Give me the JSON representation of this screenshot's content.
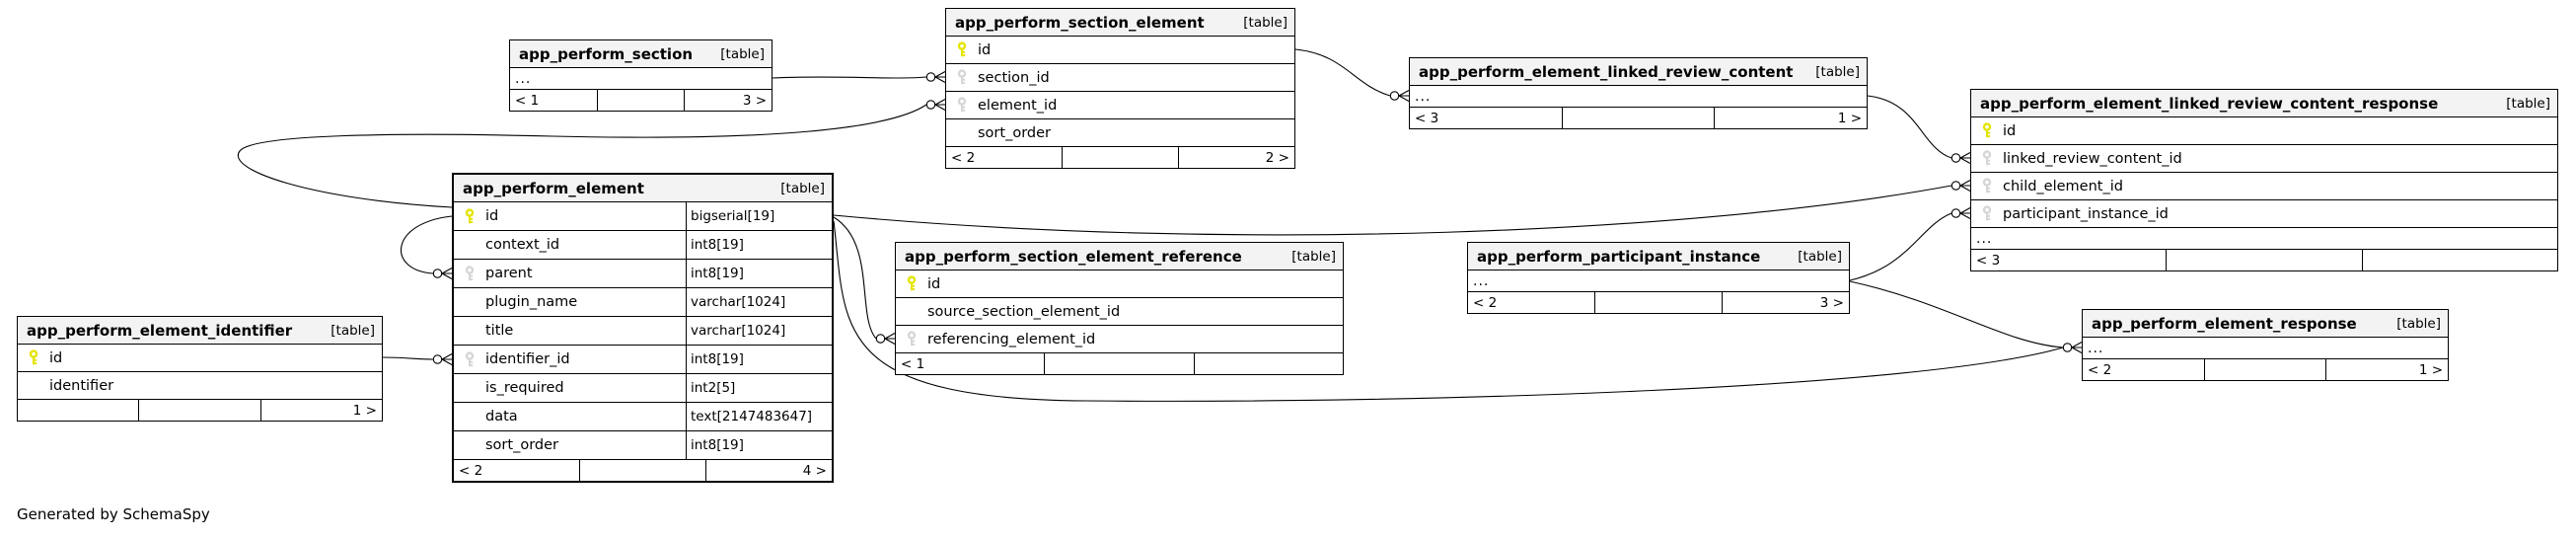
{
  "app": {
    "footer_note": "Generated by SchemaSpy"
  },
  "diagram": {
    "badge": "[table]",
    "tables": [
      {
        "name": "app_perform_section",
        "columns": [
          {
            "name": "...",
            "key": ""
          }
        ],
        "footer_left": "< 1",
        "footer_right": "3 >"
      },
      {
        "name": "app_perform_section_element",
        "columns": [
          {
            "name": "id",
            "key": "pk"
          },
          {
            "name": "section_id",
            "key": "fk"
          },
          {
            "name": "element_id",
            "key": "fk"
          },
          {
            "name": "sort_order",
            "key": ""
          }
        ],
        "footer_left": "< 2",
        "footer_right": "2 >"
      },
      {
        "name": "app_perform_element_linked_review_content",
        "columns": [
          {
            "name": "...",
            "key": ""
          }
        ],
        "footer_left": "< 3",
        "footer_right": "1 >"
      },
      {
        "name": "app_perform_element_linked_review_content_response",
        "columns": [
          {
            "name": "id",
            "key": "pk"
          },
          {
            "name": "linked_review_content_id",
            "key": "fk"
          },
          {
            "name": "child_element_id",
            "key": "fk"
          },
          {
            "name": "participant_instance_id",
            "key": "fk"
          },
          {
            "name": "...",
            "key": ""
          }
        ],
        "footer_left": "< 3",
        "footer_right": ""
      },
      {
        "name": "app_perform_element",
        "columns": [
          {
            "name": "id",
            "type": "bigserial[19]",
            "key": "pk"
          },
          {
            "name": "context_id",
            "type": "int8[19]",
            "key": ""
          },
          {
            "name": "parent",
            "type": "int8[19]",
            "key": "fk"
          },
          {
            "name": "plugin_name",
            "type": "varchar[1024]",
            "key": ""
          },
          {
            "name": "title",
            "type": "varchar[1024]",
            "key": ""
          },
          {
            "name": "identifier_id",
            "type": "int8[19]",
            "key": "fk"
          },
          {
            "name": "is_required",
            "type": "int2[5]",
            "key": ""
          },
          {
            "name": "data",
            "type": "text[2147483647]",
            "key": ""
          },
          {
            "name": "sort_order",
            "type": "int8[19]",
            "key": ""
          }
        ],
        "footer_left": "< 2",
        "footer_right": "4 >"
      },
      {
        "name": "app_perform_section_element_reference",
        "columns": [
          {
            "name": "id",
            "key": "pk"
          },
          {
            "name": "source_section_element_id",
            "key": ""
          },
          {
            "name": "referencing_element_id",
            "key": "fk"
          }
        ],
        "footer_left": "< 1",
        "footer_right": ""
      },
      {
        "name": "app_perform_participant_instance",
        "columns": [
          {
            "name": "...",
            "key": ""
          }
        ],
        "footer_left": "< 2",
        "footer_right": "3 >"
      },
      {
        "name": "app_perform_element_identifier",
        "columns": [
          {
            "name": "id",
            "key": "pk"
          },
          {
            "name": "identifier",
            "key": ""
          }
        ],
        "footer_left": "",
        "footer_right": "1 >"
      },
      {
        "name": "app_perform_element_response",
        "columns": [
          {
            "name": "...",
            "key": ""
          }
        ],
        "footer_left": "< 2",
        "footer_right": "1 >"
      }
    ],
    "relationships": [
      {
        "from": "app_perform_section.id",
        "to": "app_perform_section_element.section_id"
      },
      {
        "from": "app_perform_element.id",
        "to": "app_perform_section_element.element_id"
      },
      {
        "from": "app_perform_element.id",
        "to": "app_perform_element.parent"
      },
      {
        "from": "app_perform_element_identifier.id",
        "to": "app_perform_element.identifier_id"
      },
      {
        "from": "app_perform_element.id",
        "to": "app_perform_section_element_reference.referencing_element_id"
      },
      {
        "from": "app_perform_element.id",
        "to": "app_perform_element_linked_review_content_response.child_element_id"
      },
      {
        "from": "app_perform_element_linked_review_content.id",
        "to": "app_perform_element_linked_review_content_response.linked_review_content_id"
      },
      {
        "from": "app_perform_participant_instance.id",
        "to": "app_perform_element_linked_review_content_response.participant_instance_id"
      },
      {
        "from": "app_perform_element.id",
        "to": "app_perform_element_response"
      },
      {
        "from": "app_perform_section_element.id",
        "to": "app_perform_element_linked_review_content"
      },
      {
        "from": "app_perform_participant_instance.id",
        "to": "app_perform_element_response"
      }
    ]
  }
}
